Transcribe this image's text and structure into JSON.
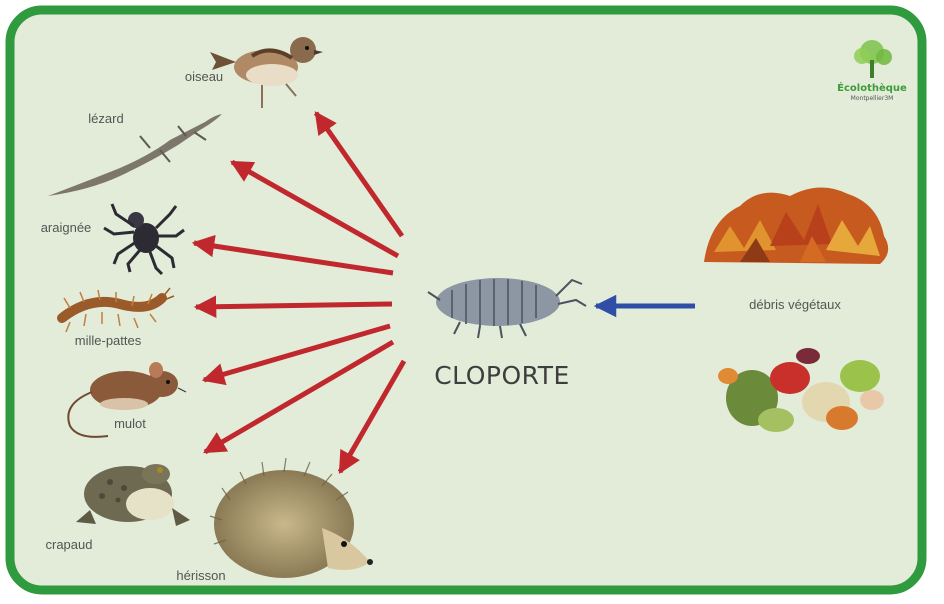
{
  "center": {
    "label": "CLOPORTE",
    "icon": "woodlouse-icon"
  },
  "predators": [
    {
      "label": "oiseau",
      "icon": "sparrow-icon"
    },
    {
      "label": "lézard",
      "icon": "lizard-icon"
    },
    {
      "label": "araignée",
      "icon": "spider-icon"
    },
    {
      "label": "mille-pattes",
      "icon": "centipede-icon"
    },
    {
      "label": "mulot",
      "icon": "mouse-icon"
    },
    {
      "label": "crapaud",
      "icon": "toad-icon"
    },
    {
      "label": "hérisson",
      "icon": "hedgehog-icon"
    }
  ],
  "food": {
    "label": "débris végétaux",
    "icons": [
      "dead-leaves-icon",
      "vegetable-scraps-icon"
    ]
  },
  "logo": {
    "title": "Écolothèque",
    "subtitle": "Montpellier3M",
    "icon": "tree-logo-icon"
  },
  "colors": {
    "border": "#2f9a3e",
    "background": "#e2ecd9",
    "predator_arrow": "#c0282e",
    "food_arrow": "#2f4fa6"
  }
}
